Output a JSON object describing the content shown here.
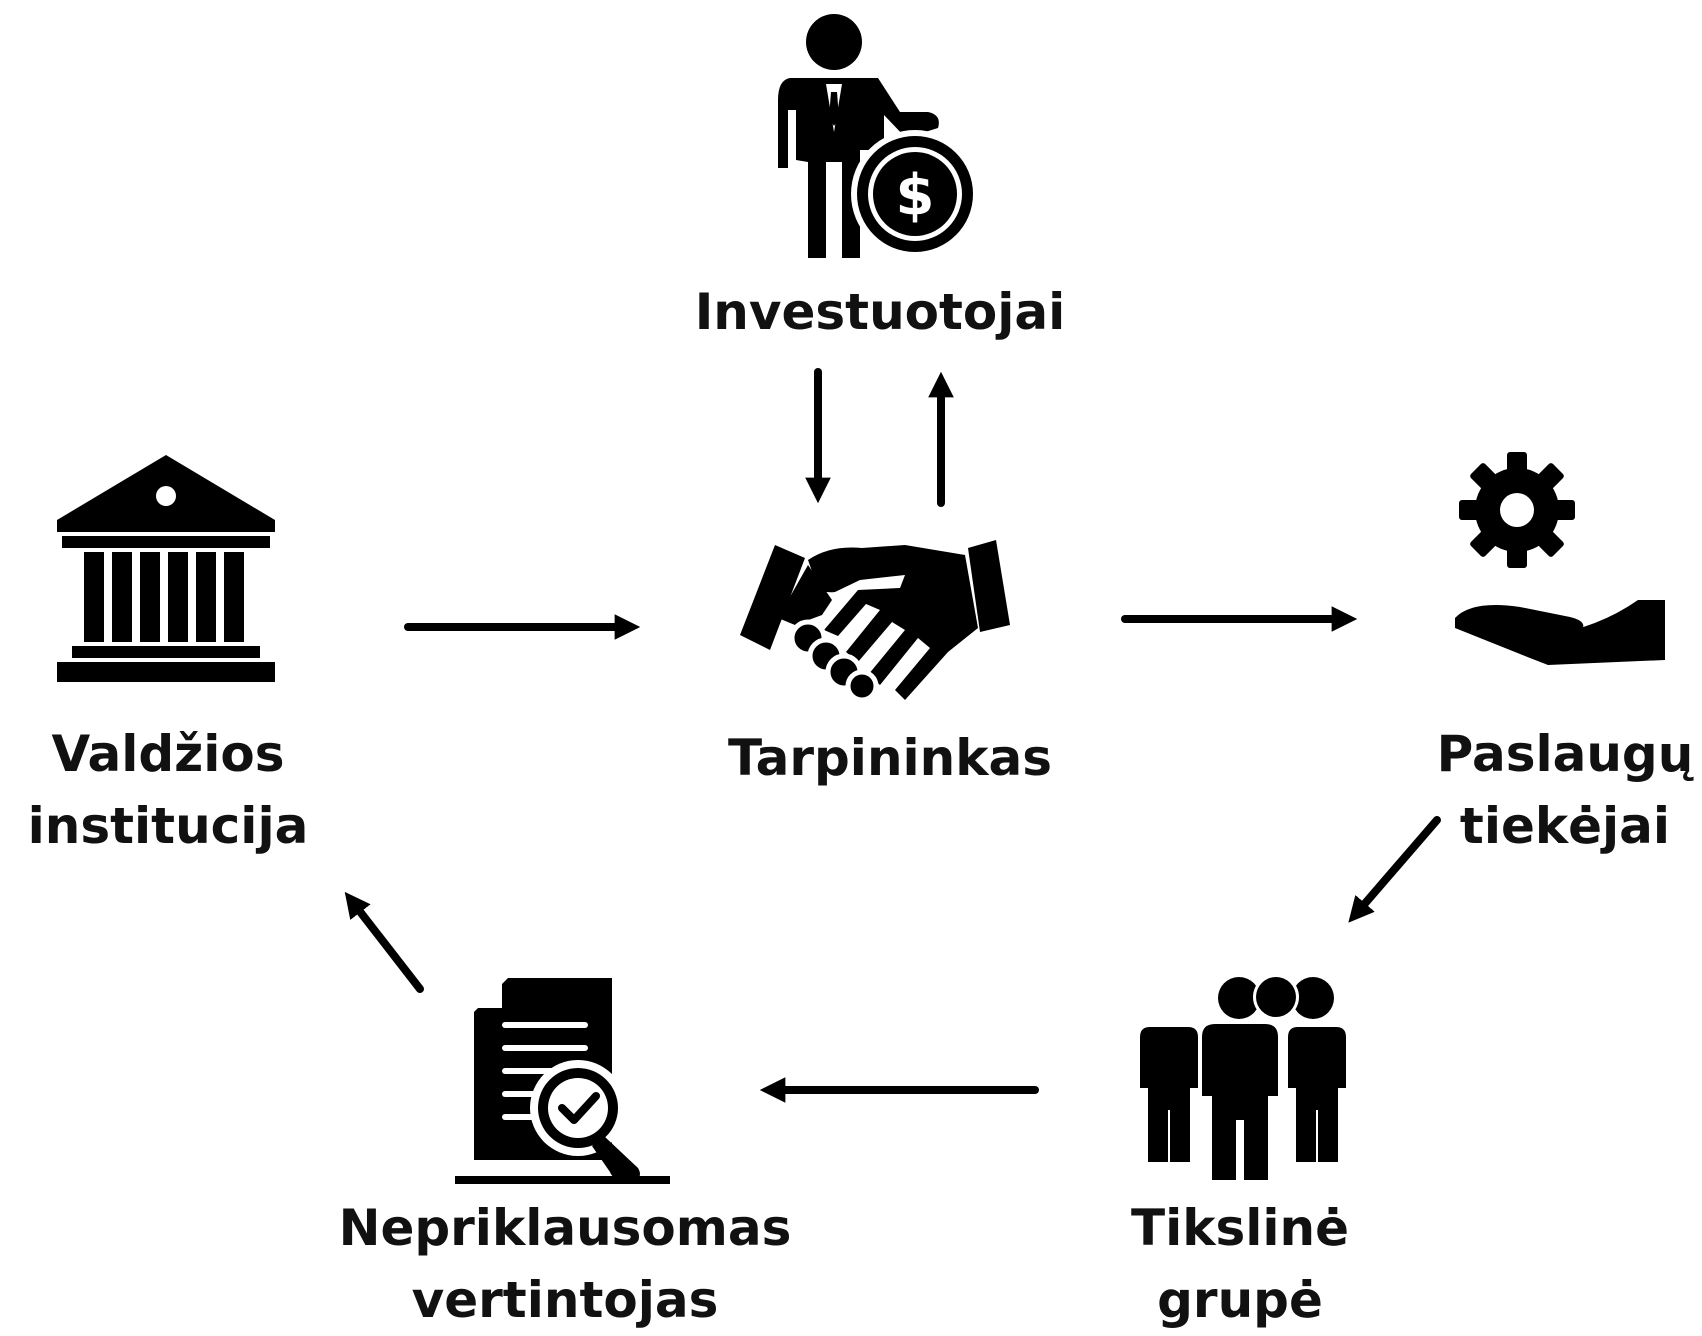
{
  "nodes": {
    "investors": {
      "label": "Investuotojai",
      "icon": "investor-dollar-icon"
    },
    "intermediary": {
      "label": "Tarpininkas",
      "icon": "handshake-icon"
    },
    "government": {
      "line1": "Valdžios",
      "line2": "institucija",
      "icon": "government-building-icon"
    },
    "providers": {
      "line1": "Paslaugų",
      "line2": "tiekėjai",
      "icon": "gear-hand-icon"
    },
    "target": {
      "line1": "Tikslinė",
      "line2": "grupė",
      "icon": "people-group-icon"
    },
    "evaluator": {
      "line1": "Nepriklausomas",
      "line2": "vertintojas",
      "icon": "document-check-icon"
    }
  },
  "edges": [
    {
      "from": "investors",
      "to": "intermediary"
    },
    {
      "from": "intermediary",
      "to": "investors"
    },
    {
      "from": "government",
      "to": "intermediary"
    },
    {
      "from": "intermediary",
      "to": "providers"
    },
    {
      "from": "providers",
      "to": "target"
    },
    {
      "from": "target",
      "to": "evaluator"
    },
    {
      "from": "evaluator",
      "to": "government"
    }
  ],
  "colors": {
    "ink": "#000000",
    "text": "#111111",
    "background": "#ffffff"
  }
}
